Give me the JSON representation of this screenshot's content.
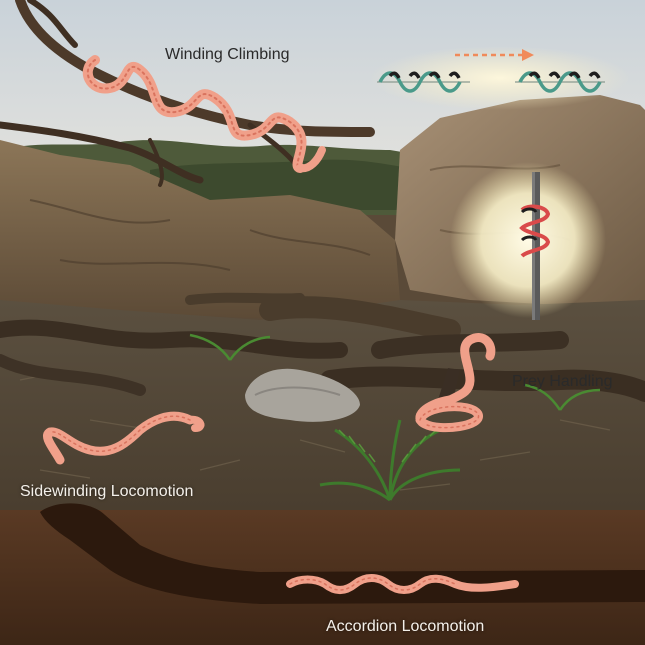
{
  "labels": {
    "winding_climbing": "Winding Climbing",
    "prey_handling": "Prey Handling",
    "sidewinding_locomotion": "Sidewinding Locomotion",
    "accordion_locomotion": "Accordion Locomotion"
  },
  "colors": {
    "snake": "#f0a08a",
    "snake_shade": "#d9735e",
    "arrow": "#f08a5a",
    "helix_teal": "#4a9a8a",
    "helix_dark": "#1e1e1e",
    "soil": "#4a2e1c",
    "tunnel": "#2e1a0f",
    "sky": "#d4dbe0"
  }
}
